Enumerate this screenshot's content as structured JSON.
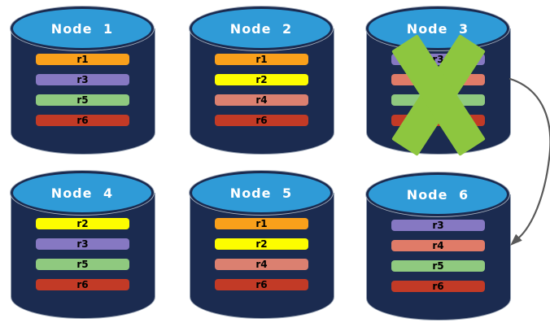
{
  "diagram": {
    "background_color": "#ffffff",
    "node_body_color": "#1B2B50",
    "node_top_color": "#2F9BD7",
    "failure_x_color": "#8DC63F",
    "arrow_color": "#595959",
    "arrow": {
      "from": "Node 3",
      "to": "Node 6"
    },
    "nodes": [
      {
        "label": "Node 1",
        "failed": false,
        "replicas": [
          {
            "label": "r1",
            "color": "#F9A01B"
          },
          {
            "label": "r3",
            "color": "#8678C2"
          },
          {
            "label": "r5",
            "color": "#8FC97F"
          },
          {
            "label": "r6",
            "color": "#C23A26"
          }
        ]
      },
      {
        "label": "Node 2",
        "failed": false,
        "replicas": [
          {
            "label": "r1",
            "color": "#F9A01B"
          },
          {
            "label": "r2",
            "color": "#FDFD00"
          },
          {
            "label": "r4",
            "color": "#DB8070"
          },
          {
            "label": "r6",
            "color": "#C23A26"
          }
        ]
      },
      {
        "label": "Node 3",
        "failed": true,
        "replicas": [
          {
            "label": "r3",
            "color": "#8678C2"
          },
          {
            "label": "r4",
            "color": "#E07B68"
          },
          {
            "label": "r5",
            "color": "#8FC97F"
          },
          {
            "label": "r6",
            "color": "#C23A26"
          }
        ]
      },
      {
        "label": "Node 4",
        "failed": false,
        "replicas": [
          {
            "label": "r2",
            "color": "#FDFD00"
          },
          {
            "label": "r3",
            "color": "#8678C2"
          },
          {
            "label": "r5",
            "color": "#8FC97F"
          },
          {
            "label": "r6",
            "color": "#C23A26"
          }
        ]
      },
      {
        "label": "Node 5",
        "failed": false,
        "replicas": [
          {
            "label": "r1",
            "color": "#F9A01B"
          },
          {
            "label": "r2",
            "color": "#FDFD00"
          },
          {
            "label": "r4",
            "color": "#DB8070"
          },
          {
            "label": "r6",
            "color": "#C23A26"
          }
        ]
      },
      {
        "label": "Node 6",
        "failed": false,
        "replicas": [
          {
            "label": "r3",
            "color": "#8678C2"
          },
          {
            "label": "r4",
            "color": "#E07B68"
          },
          {
            "label": "r5",
            "color": "#8FC97F"
          },
          {
            "label": "r6",
            "color": "#C23A26"
          }
        ]
      }
    ]
  }
}
